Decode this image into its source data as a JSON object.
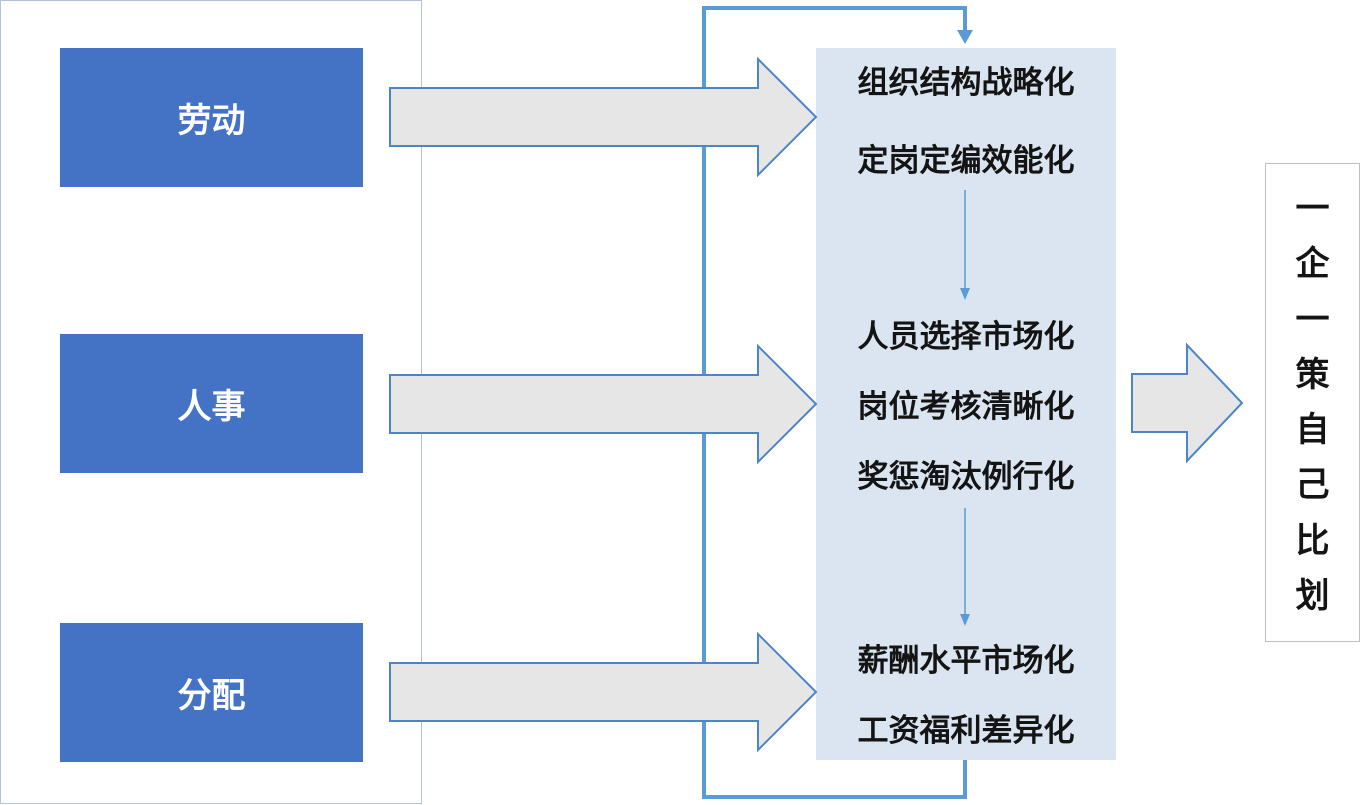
{
  "categories": [
    {
      "label": "劳动"
    },
    {
      "label": "人事"
    },
    {
      "label": "分配"
    }
  ],
  "middle_items": [
    "组织结构战略化",
    "定岗定编效能化",
    "人员选择市场化",
    "岗位考核清晰化",
    "奖惩淘汰例行化",
    "薪酬水平市场化",
    "工资福利差异化"
  ],
  "result_chars": [
    "一",
    "企",
    "一",
    "策",
    "自",
    "己",
    "比",
    "划"
  ],
  "colors": {
    "category_fill": "#4472c4",
    "panel_fill": "#dbe5f1",
    "arrow_fill": "#e6e6e6",
    "arrow_stroke": "#4a86c8",
    "loop_stroke": "#5b9bd5"
  }
}
